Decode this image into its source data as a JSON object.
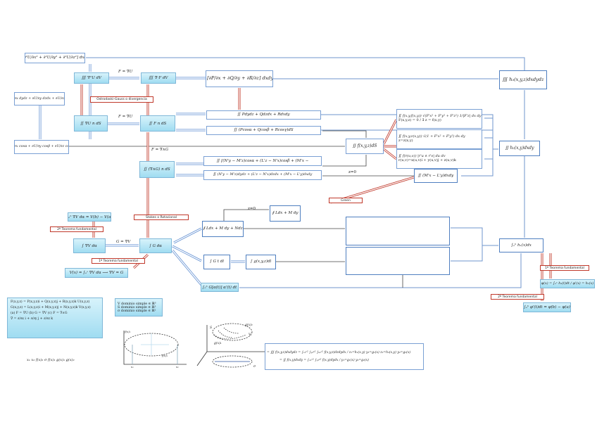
{
  "boxes": {
    "laplace_volume": "∭ [∂²U/∂x² + ∂²U/∂y² + ∂²U/∂z²] dxdydz",
    "grad_volume": "∭ ∇²U dV",
    "div_volume": "∭ ∇·F dV",
    "div_expanded": "∭ [∂P/∂x + ∂Q/∂y + ∂R/∂z] dxdydz",
    "h3": "∭ h₃(x,y,z)dxdydz",
    "flux_grad_expanded": "∬ ∂U/∂x dydz + ∂U/∂y dzdx + ∂U/∂z dxdy",
    "grad_flux": "∬ ∇U n dS",
    "flux": "∬ F n dS",
    "flux_pqr": "∬ Pdydz + Qdzdx + Rdxdy",
    "flux_cos": "∬ (Pcosα + Qcosβ + Rcosγ)dS",
    "grad_flux_cos": "∬ [∂U/∂x cosα + ∂U/∂y cosβ + ∂U/∂z cosγ] dS",
    "surface_integral": "∬ f(x,y,z)dS",
    "surf_implicit_1": "∬ f(x,y,f(x,y)) √(F'x² + F'y² + F'z²) 1/|F'z| dx dy",
    "surf_implicit_2": "F(x,y,z) = 0 / ∃ z = f(x,y)",
    "surf_explicit_1": "∬ f(x,y,z(x,y)) √(1 + F'x² + F'y²) dx dy",
    "surf_explicit_2": "z=z(x,y)",
    "surf_param_1": "∬ f(r(u,v)) |r'u ∧ r'v| du dv",
    "surf_param_2": "r(u,v)=x(u,v)i + y(u,v)j + z(u,v)k",
    "h2": "∬ h₂(x,y)dxdy",
    "curl_flux": "∬ (∇∧G) n dS",
    "curl_cos": "∬ [(N'y − M'z)cosα + (L'z − N'x)cosβ + (M'x −",
    "curl_pqr": "∬ (N'y − M'z)dydz + (L'z − N'x)dzdx + (M'x − L'y)dxdy",
    "green_rhs": "∬ (M'x − L'y)dxdy",
    "line_2d": "∮ Ldx + M dy",
    "line_3d": "∮ Ldx + M dy + Ndz",
    "grad_fund": "∫ₐᵇ ∇V dα = V(b) − V(a)",
    "grad_line": "∫ ∇V dα",
    "line_G": "∫ G dα",
    "potential": "V(x) = ∫ₐˣ ∇V dα ⟶ ∇V = G",
    "G_tangent": "∫ G t dl",
    "scalar_line": "∫ g(x,y,z)dl",
    "param_line": "∫ₐᵇ G[α(t)] α'(t) dt",
    "h1": "∫ₐᵇ h₁(x)dx",
    "phi_def": "φ(x) = ∫ₐˣ h₁(t)dt / φ'(x) = h₁(x)",
    "barrow": "∫ₐᵇ φ'(t)dt = φ(b) − φ(a)",
    "defs": [
      "F(x,y,z) = P(x,y,z)i + Q(x,y,z)j + R(x,y,z)k          U(x,y,z)",
      "G(x,y,z) = L(x,y,z)i + M(x,y,z)j + N(x,y,z)k          V(x,y,z)",
      "(a)  F = ∇U      (b)  G = ∇V      (c)  F = ∇∧G",
      "∇ = ∂/∂x i + ∂/∂y j + ∂/∂z k"
    ],
    "domains": [
      "V dominio simple ∈ ℝ³",
      "S dominio simple ∈ ℝ³",
      "σ dominio simple ∈ ℝ²"
    ],
    "triple_iter": "= ∭ f(x,y,z)dxdydz = ∫ₓ₁ˣ² ∫ᵧ₁ʸ² ∫ᵤ₁ᶻ² f(x,y,z)dzdydx    /  z₁=h₁(x,y)   y₁=g₁(x)   z₂=h₂(x,y)   y₂=g₂(x)",
    "double_iter": "= ∬ f(x,y)dxdy = ∫ₓ₁ˣ² ∫ᵧ₁ʸ² f(x,y)dydx    /  y₁=g₁(x)   y₂=g₂(x)",
    "subscripts": "x₁  x₂     f(x)₂  σ f(x)₁   g(x)₁  g(x)₂"
  },
  "labels": {
    "gauss": "Ostrodaski-Gauss o divergencia",
    "stokes": "Stokes o Rotacional",
    "green": "Green",
    "fund2_left": "2º Teorema fundamental",
    "fund1_left": "1º Teorema fundamental",
    "fund1_right": "1º Teorema fundamental",
    "fund2_right": "2º Teorema fundamental",
    "F_grad_1": "F = ∇U",
    "F_grad_2": "F = ∇U",
    "F_curl": "F = ∇∧G",
    "G_grad": "G = ∇V",
    "z0_a": "z=0",
    "z0_b": "z=0"
  },
  "graph_labels": {
    "fx2": "f(x)₂",
    "fx1": "f(x)₁",
    "S": "S",
    "V": "V",
    "sigma": "σ",
    "gx2": "g(x)₂",
    "gx1": "g(x)₁",
    "x1": "x₁",
    "x2": "x₂"
  },
  "colors": {
    "box_border": "#7aa0d4",
    "cyan_fill": "#9fdcf1",
    "red": "#c0392b",
    "connector": "#4f7fc0"
  }
}
